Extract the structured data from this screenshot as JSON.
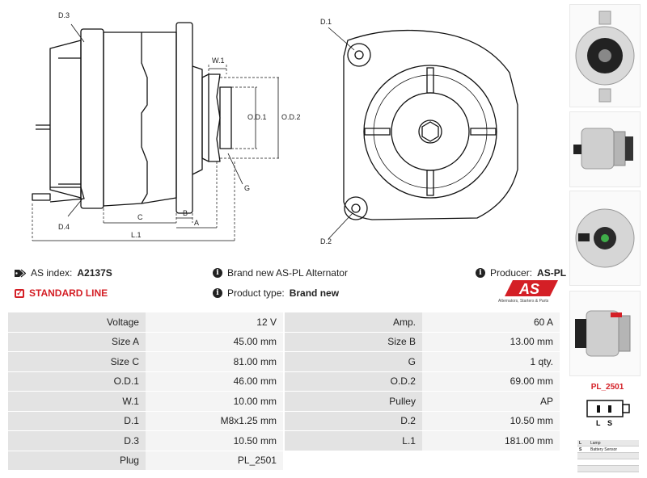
{
  "drawing": {
    "side_labels": {
      "d3": "D.3",
      "d4": "D.4",
      "w1": "W.1",
      "od1": "O.D.1",
      "od2": "O.D.2",
      "g": "G",
      "c": "C",
      "b": "B",
      "a": "A",
      "l1": "L.1"
    },
    "front_labels": {
      "d1": "D.1",
      "d2": "D.2"
    }
  },
  "info": {
    "as_index_label": "AS index:",
    "as_index_value": "A2137S",
    "standard_line": "STANDARD LINE",
    "brand_text": "Brand new AS-PL Alternator",
    "product_type_label": "Product type:",
    "product_type_value": "Brand new",
    "producer_label": "Producer:",
    "producer_value": "AS-PL",
    "logo_text": "AS",
    "logo_tagline": "Alternators, Starters & Parts"
  },
  "specs": [
    {
      "l1": "Voltage",
      "v1": "12 V",
      "l2": "Amp.",
      "v2": "60 A"
    },
    {
      "l1": "Size A",
      "v1": "45.00 mm",
      "l2": "Size B",
      "v2": "13.00 mm"
    },
    {
      "l1": "Size C",
      "v1": "81.00 mm",
      "l2": "G",
      "v2": "1 qty."
    },
    {
      "l1": "O.D.1",
      "v1": "46.00 mm",
      "l2": "O.D.2",
      "v2": "69.00 mm"
    },
    {
      "l1": "W.1",
      "v1": "10.00 mm",
      "l2": "Pulley",
      "v2": "AP"
    },
    {
      "l1": "D.1",
      "v1": "M8x1.25 mm",
      "l2": "D.2",
      "v2": "10.50 mm"
    },
    {
      "l1": "D.3",
      "v1": "10.50 mm",
      "l2": "L.1",
      "v2": "181.00 mm"
    },
    {
      "l1": "Plug",
      "v1": "PL_2501",
      "l2": "",
      "v2": ""
    }
  ],
  "plug": {
    "code": "PL_2501",
    "pin_l": "L",
    "pin_s": "S",
    "legend": [
      {
        "key": "L",
        "desc": "Lamp"
      },
      {
        "key": "S",
        "desc": "Battery Sensor"
      },
      {
        "key": "",
        "desc": ""
      },
      {
        "key": "",
        "desc": ""
      },
      {
        "key": "",
        "desc": ""
      }
    ]
  },
  "colors": {
    "accent_red": "#d41f26",
    "label_bg": "#e3e3e3",
    "value_bg": "#f4f4f4"
  }
}
